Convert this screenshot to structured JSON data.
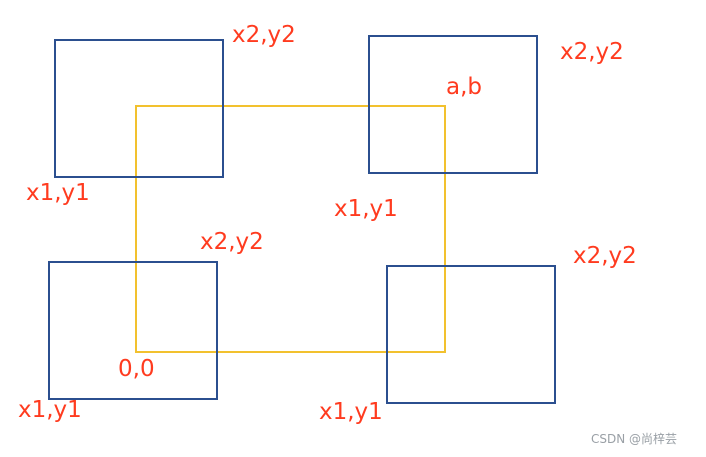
{
  "colors": {
    "box_border": "#2b4f8f",
    "window_border": "#f2c12e",
    "label": "#ff3b1f",
    "watermark": "#9aa0a6",
    "background": "#ffffff"
  },
  "boxes": {
    "top_left": {
      "upper_label": "x2,y2",
      "lower_label": "x1,y1"
    },
    "top_right": {
      "upper_label": "x2,y2",
      "lower_label": "x1,y1"
    },
    "bottom_left": {
      "upper_label": "x2,y2",
      "lower_label": "x1,y1"
    },
    "bottom_right": {
      "upper_label": "x2,y2",
      "lower_label": "x1,y1"
    }
  },
  "window": {
    "origin_label": "0,0",
    "corner_label": "a,b"
  },
  "watermark": "CSDN @尚梓芸"
}
